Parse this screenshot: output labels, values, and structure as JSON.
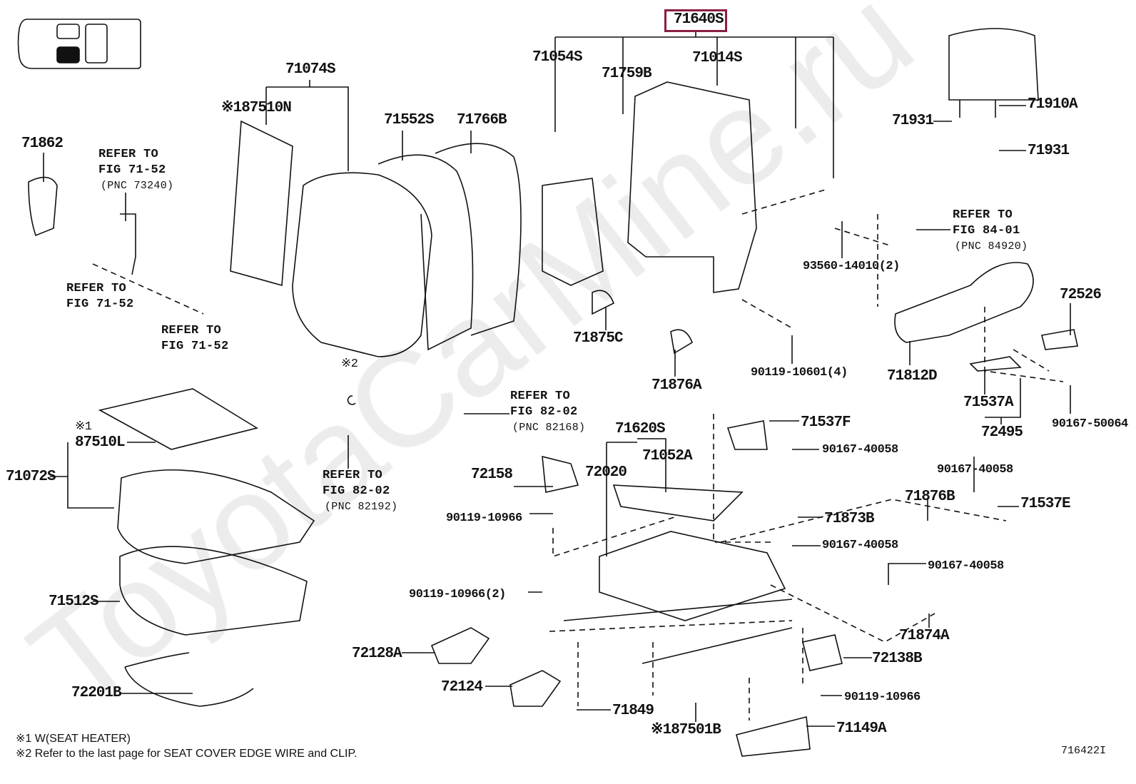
{
  "watermark": "ToyotaCarMine.ru",
  "highlight_color": "#8b1f3f",
  "figure_code": "716422I",
  "highlighted_part": "71640S",
  "parts": {
    "p71054S": "71054S",
    "p71759B": "71759B",
    "p71014S": "71014S",
    "p71074S": "71074S",
    "p87510N": "※187510N",
    "p71862": "71862",
    "p71552S": "71552S",
    "p71766B": "71766B",
    "p71931a": "71931",
    "p71910A": "71910A",
    "p71931b": "71931",
    "p93560": "93560-14010(2)",
    "p72526": "72526",
    "p71812D": "71812D",
    "p71537A": "71537A",
    "p72495": "72495",
    "p90167_50064": "90167-50064",
    "p71875C": "71875C",
    "p90119_10601": "90119-10601(4)",
    "p71876A": "71876A",
    "note2": "※2",
    "note1": "※1",
    "p87510L": "87510L",
    "p71072S": "71072S",
    "p71620S": "71620S",
    "p71537F": "71537F",
    "p90167_40058a": "90167-40058",
    "p71052A": "71052A",
    "p72020": "72020",
    "p72158": "72158",
    "p90167_40058b": "90167-40058",
    "p71876B": "71876B",
    "p71537E": "71537E",
    "p71873B": "71873B",
    "p90119_10966a": "90119-10966",
    "p90167_40058c": "90167-40058",
    "p90167_40058d": "90167-40058",
    "p71512S": "71512S",
    "p90119_10966_2": "90119-10966(2)",
    "p71874A": "71874A",
    "p72128A": "72128A",
    "p72138B": "72138B",
    "p72124": "72124",
    "p72201B": "72201B",
    "p90119_10966b": "90119-10966",
    "p71849": "71849",
    "p87501B": "※187501B",
    "p71149A": "71149A"
  },
  "refs": {
    "r1": {
      "line1": "REFER TO",
      "line2": "FIG 71-52",
      "pnc": "(PNC 73240)"
    },
    "r2": {
      "line1": "REFER TO",
      "line2": "FIG 71-52"
    },
    "r3": {
      "line1": "REFER TO",
      "line2": "FIG 71-52"
    },
    "r4": {
      "line1": "REFER TO",
      "line2": "FIG 84-01",
      "pnc": "(PNC 84920)"
    },
    "r5": {
      "line1": "REFER TO",
      "line2": "FIG 82-02",
      "pnc": "(PNC 82168)"
    },
    "r6": {
      "line1": "REFER TO",
      "line2": "FIG 82-02",
      "pnc": "(PNC 82192)"
    }
  },
  "footnotes": {
    "n1": "※1  W(SEAT  HEATER)",
    "n2": "※2  Refer to the last page for SEAT COVER EDGE WIRE and CLIP."
  }
}
